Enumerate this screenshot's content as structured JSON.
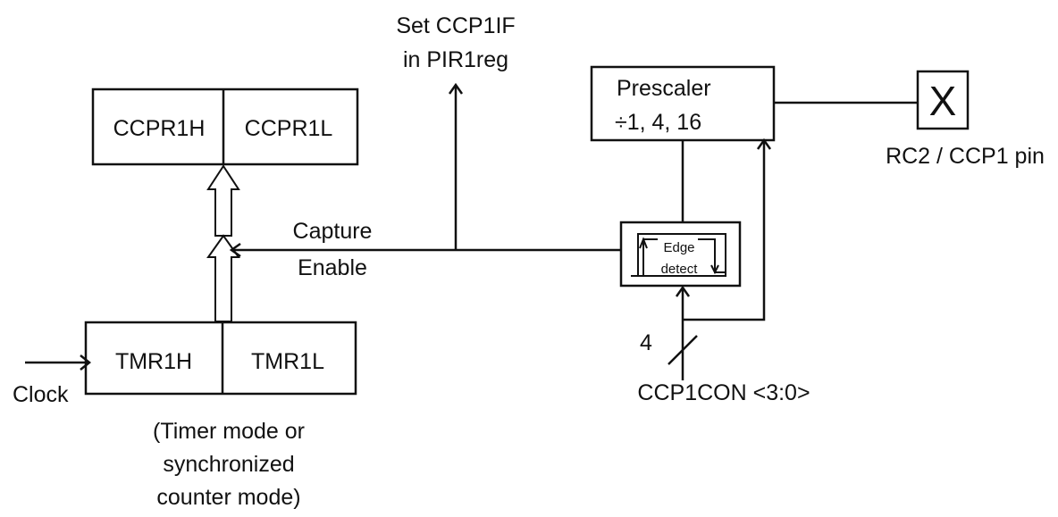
{
  "registers": {
    "ccpr1h": "CCPR1H",
    "ccpr1l": "CCPR1L",
    "tmr1h": "TMR1H",
    "tmr1l": "TMR1L"
  },
  "signals": {
    "capture": "Capture",
    "enable": "Enable",
    "set_flag_line1": "Set CCP1IF",
    "set_flag_line2": "in PIR1reg",
    "clock": "Clock",
    "bus_width": "4",
    "control_register": "CCP1CON <3:0>"
  },
  "prescaler": {
    "title": "Prescaler",
    "ratios": "÷1, 4, 16"
  },
  "edge_detect": {
    "line1": "Edge",
    "line2": "detect"
  },
  "pin": {
    "symbol": "X",
    "label": "RC2 / CCP1 pin"
  },
  "timer_note": {
    "line1": "(Timer mode or",
    "line2": "synchronized",
    "line3": "counter mode)"
  }
}
